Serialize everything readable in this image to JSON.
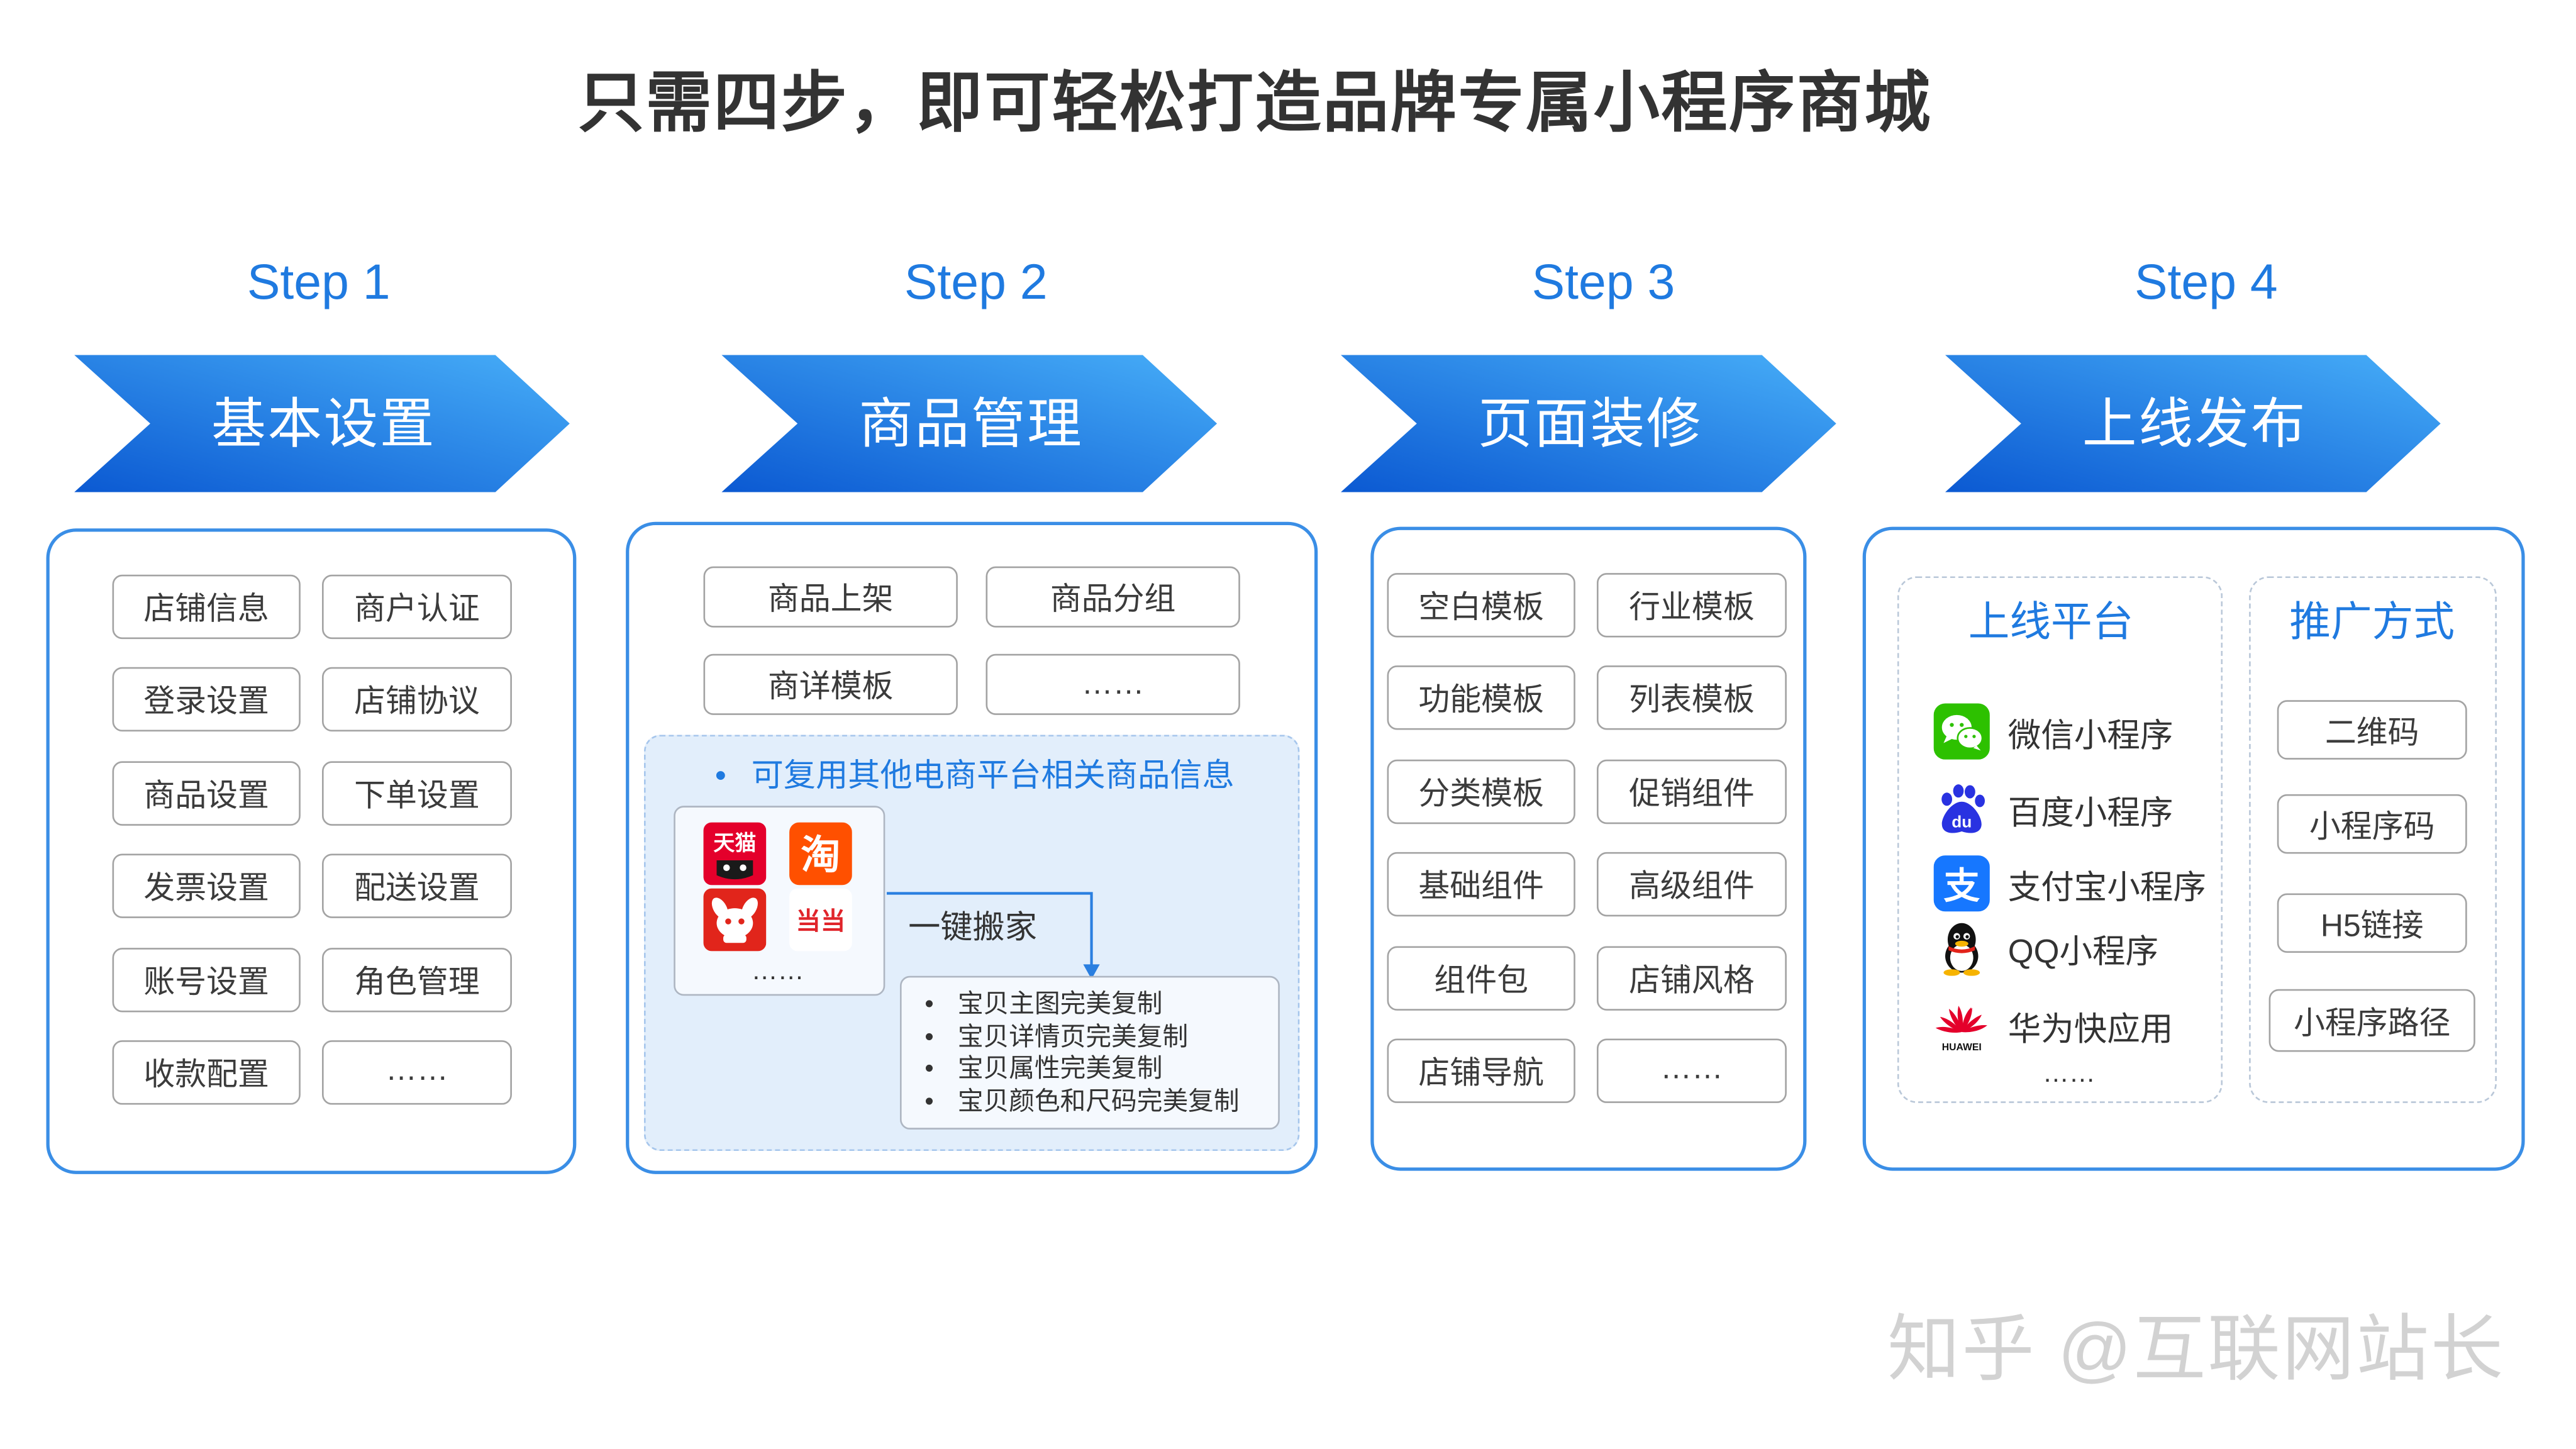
{
  "title": "只需四步，即可轻松打造品牌专属小程序商城",
  "colors": {
    "accent": "#1f7ae0",
    "panel_border": "#3a8ee6",
    "arrow_dark": "#0b59d2",
    "arrow_light": "#47aef8",
    "import_panel_fill": "#e2eefb"
  },
  "steps": [
    {
      "step": "Step 1",
      "name": "基本设置",
      "items": [
        "店铺信息",
        "商户认证",
        "登录设置",
        "店铺协议",
        "商品设置",
        "下单设置",
        "发票设置",
        "配送设置",
        "账号设置",
        "角色管理",
        "收款配置",
        "……"
      ]
    },
    {
      "step": "Step 2",
      "name": "商品管理",
      "items": [
        "商品上架",
        "商品分组",
        "商详模板",
        "……"
      ],
      "import": {
        "heading": "可复用其他电商平台相关商品信息",
        "platforms": [
          {
            "icon": "tmall-logo",
            "text": "天猫"
          },
          {
            "icon": "taobao-logo",
            "text": "淘"
          },
          {
            "icon": "jd-logo"
          },
          {
            "icon": "dangdang-logo",
            "text": "当当"
          }
        ],
        "more": "……",
        "action": "一键搬家",
        "features": [
          "宝贝主图完美复制",
          "宝贝详情页完美复制",
          "宝贝属性完美复制",
          "宝贝颜色和尺码完美复制"
        ]
      }
    },
    {
      "step": "Step 3",
      "name": "页面装修",
      "items": [
        "空白模板",
        "行业模板",
        "功能模板",
        "列表模板",
        "分类模板",
        "促销组件",
        "基础组件",
        "高级组件",
        "组件包",
        "店铺风格",
        "店铺导航",
        "……"
      ]
    },
    {
      "step": "Step 4",
      "name": "上线发布",
      "platforms": {
        "heading": "上线平台",
        "items": [
          {
            "label": "微信小程序",
            "icon": "wechat-icon"
          },
          {
            "label": "百度小程序",
            "icon": "baidu-icon",
            "logo_text": "du"
          },
          {
            "label": "支付宝小程序",
            "icon": "alipay-icon",
            "logo_text": "支"
          },
          {
            "label": "QQ小程序",
            "icon": "qq-icon"
          },
          {
            "label": "华为快应用",
            "icon": "huawei-icon",
            "logo_text": "HUAWEI"
          }
        ],
        "more": "……"
      },
      "promotion": {
        "heading": "推广方式",
        "items": [
          "二维码",
          "小程序码",
          "H5链接",
          "小程序路径"
        ]
      }
    }
  ],
  "watermark": "知乎 @互联网站长"
}
